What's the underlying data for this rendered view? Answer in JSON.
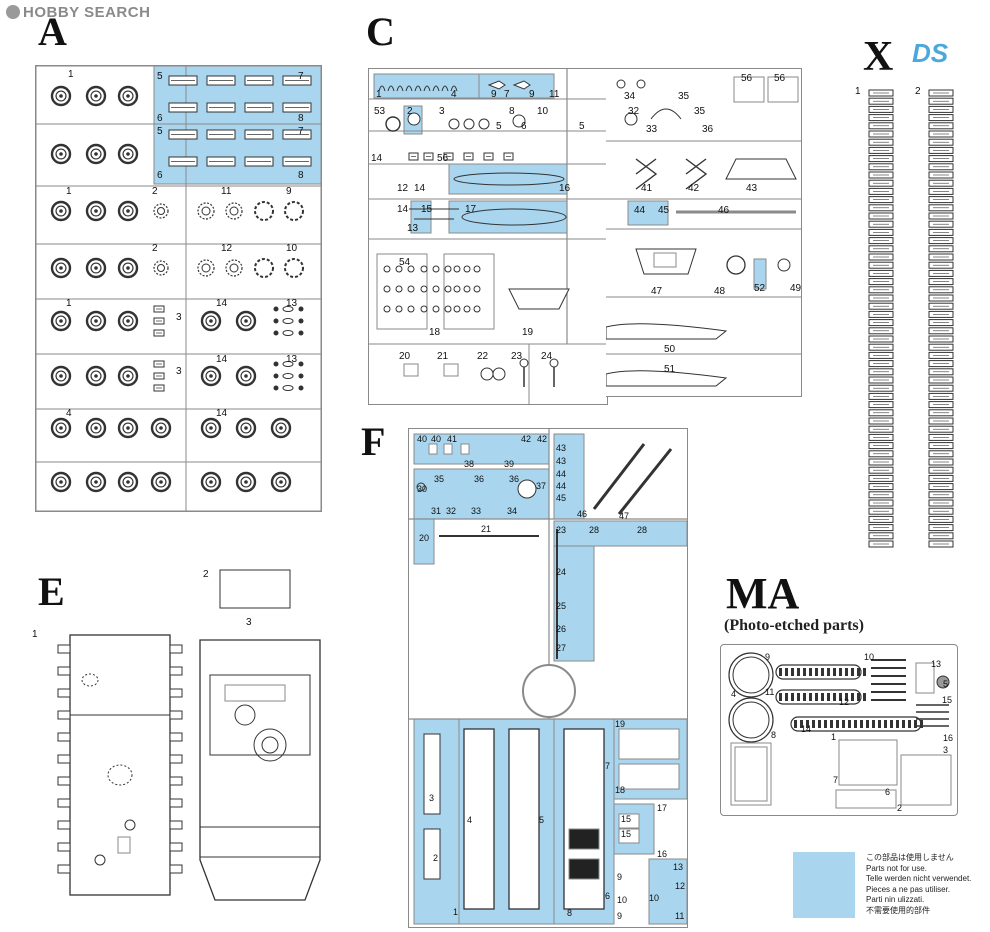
{
  "watermark": "HOBBY SEARCH",
  "sprues": {
    "A": "A",
    "C": "C",
    "X": "X",
    "X_logo": "DS",
    "E": "E",
    "F": "F",
    "MA": "MA",
    "MA_caption": "(Photo-etched parts)"
  },
  "sprue_A_numbers": [
    "1",
    "5",
    "7",
    "6",
    "8",
    "5",
    "7",
    "6",
    "8",
    "1",
    "2",
    "11",
    "9",
    "2",
    "12",
    "10",
    "1",
    "3",
    "14",
    "13",
    "3",
    "14",
    "13",
    "4",
    "14"
  ],
  "sprue_C_numbers": [
    "1",
    "4",
    "9",
    "7",
    "9",
    "11",
    "53",
    "2",
    "3",
    "8",
    "10",
    "5",
    "6",
    "5",
    "14",
    "56",
    "12",
    "14",
    "16",
    "14",
    "15",
    "17",
    "13",
    "54",
    "18",
    "19",
    "20",
    "21",
    "22",
    "23",
    "24",
    "34",
    "35",
    "32",
    "33",
    "36",
    "35",
    "56",
    "56",
    "41",
    "42",
    "43",
    "44",
    "45",
    "46",
    "47",
    "48",
    "52",
    "49",
    "50",
    "51"
  ],
  "sprue_X_numbers": [
    "1",
    "2"
  ],
  "sprue_E_numbers": [
    "1",
    "2",
    "3"
  ],
  "sprue_F_numbers": [
    "40",
    "40",
    "41",
    "42",
    "42",
    "38",
    "39",
    "43",
    "43",
    "44",
    "44",
    "45",
    "30",
    "35",
    "36",
    "36",
    "37",
    "31",
    "32",
    "33",
    "34",
    "46",
    "47",
    "21",
    "20",
    "23",
    "28",
    "28",
    "24",
    "25",
    "26",
    "27",
    "3",
    "4",
    "5",
    "7",
    "19",
    "18",
    "2",
    "17",
    "16",
    "15",
    "15",
    "1",
    "8",
    "6",
    "13",
    "12",
    "9",
    "10",
    "11",
    "9",
    "10"
  ],
  "sprue_MA_numbers": [
    "9",
    "10",
    "13",
    "5",
    "4",
    "11",
    "12",
    "15",
    "14",
    "16",
    "3",
    "8",
    "1",
    "7",
    "6",
    "2"
  ],
  "legend": {
    "swatch_color": "#a9d6ee",
    "lines": [
      "この部品は使用しません",
      "Parts not for use.",
      "Telle werden nicht verwendet.",
      "Pieces a ne pas utiliser.",
      "Parti nin ulizzati.",
      "不需要使用的部件"
    ]
  },
  "colors": {
    "unused": "#a9d6ee",
    "outline": "#8a8a8a",
    "part": "#333333"
  }
}
